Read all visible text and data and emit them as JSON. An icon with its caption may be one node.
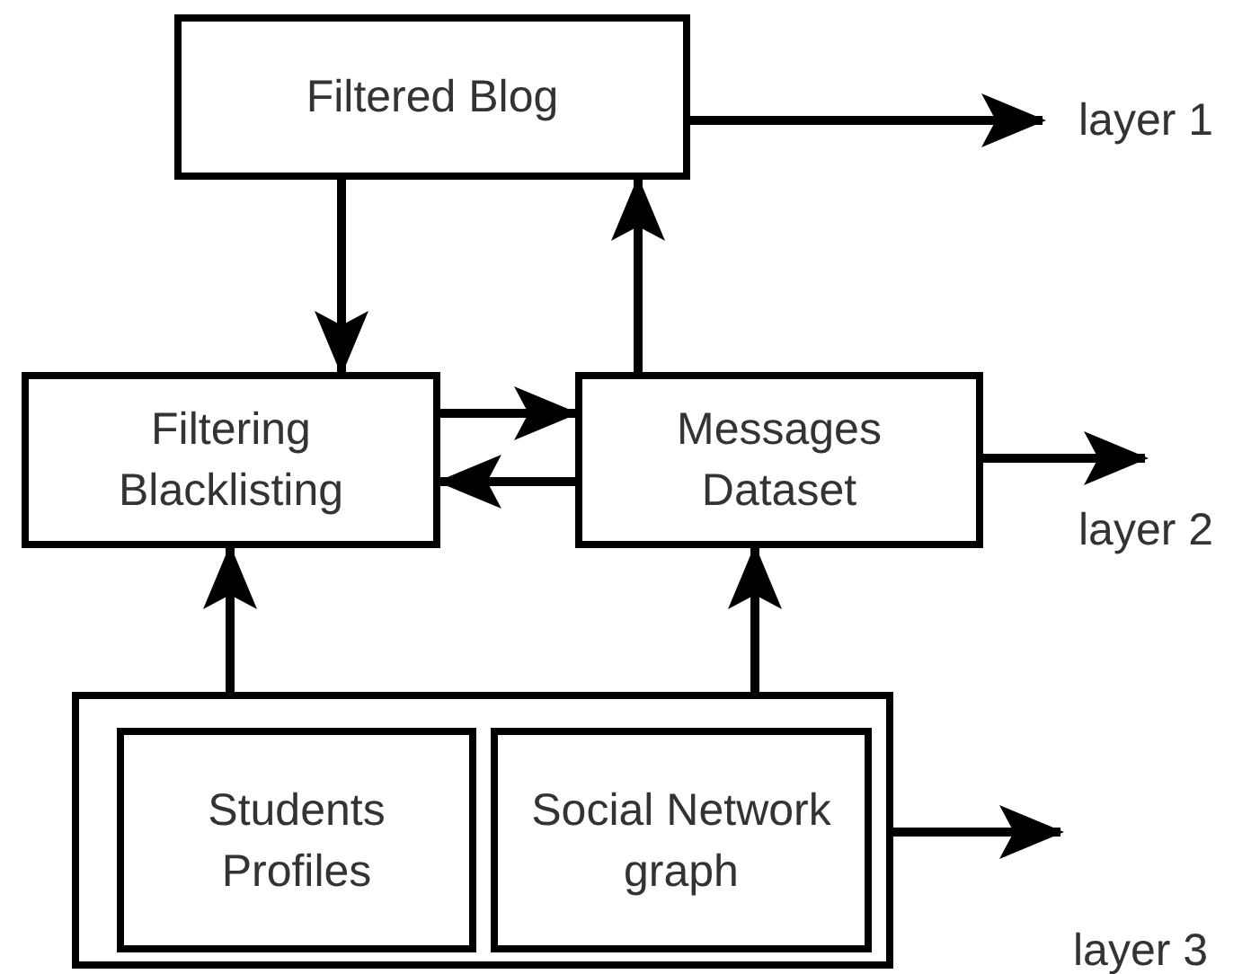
{
  "diagram": {
    "nodes": [
      {
        "text": [
          "Filtered Blog"
        ]
      },
      {
        "text": [
          "Filtering Blacklisting"
        ]
      },
      {
        "text": [
          "Messages Dataset"
        ]
      },
      {
        "text": [],
        "shape": "box"
      },
      {
        "text": [
          "Students Profiles"
        ],
        "in": 3
      },
      {
        "text": [
          "Social Network graph"
        ],
        "in": 3
      }
    ],
    "edges": [
      {
        "from": 0,
        "to": 1,
        "arrow": "to"
      },
      {
        "from": 2,
        "to": 0,
        "arrow": "to"
      },
      {
        "from": 1,
        "to": 2,
        "arrow": "to"
      },
      {
        "from": 2,
        "to": 1,
        "arrow": "to"
      },
      {
        "from": 3,
        "to": 1,
        "arrow": "to"
      },
      {
        "from": 3,
        "to": 2,
        "arrow": "to"
      },
      {
        "from": 0,
        "to": null,
        "arrow": "to"
      },
      {
        "from": 2,
        "to": null,
        "arrow": "to"
      },
      {
        "from": 3,
        "to": null,
        "arrow": "to"
      }
    ],
    "labels": [
      "layer 1",
      "layer 2",
      "layer 3"
    ]
  }
}
